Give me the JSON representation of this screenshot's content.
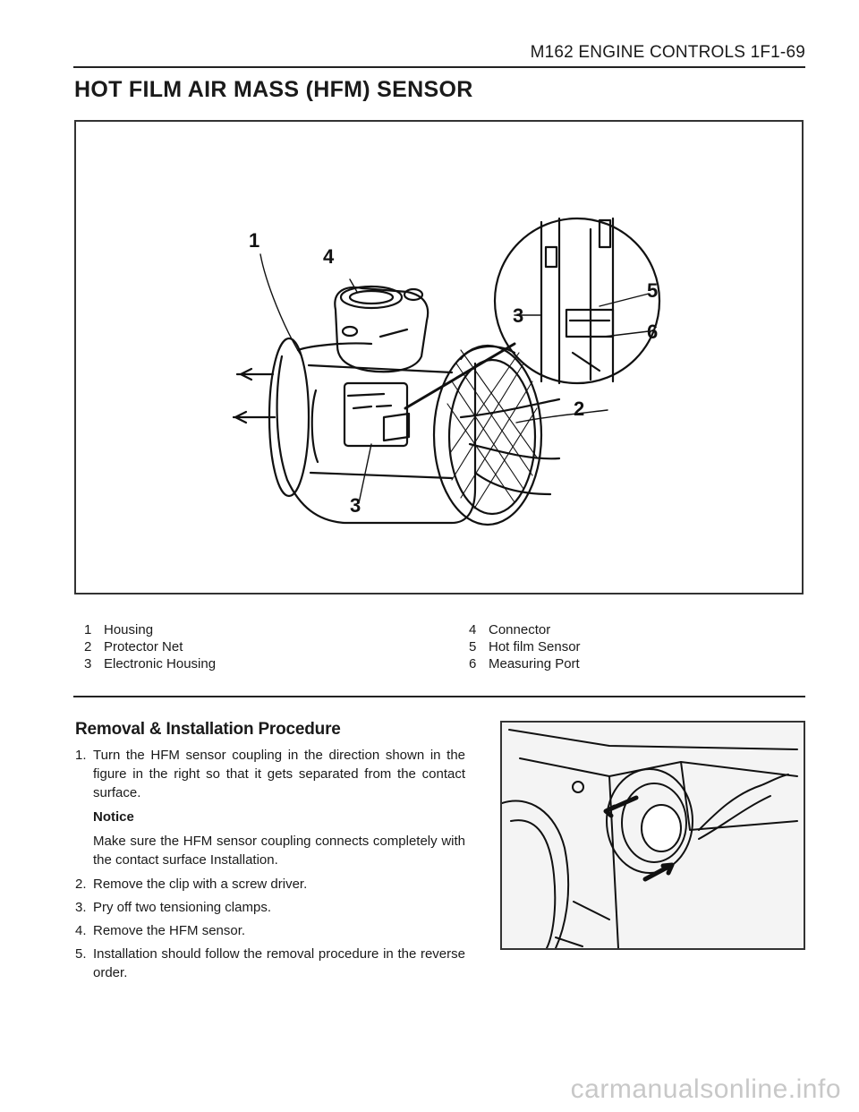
{
  "header": {
    "title": "M162 ENGINE CONTROLS  1F1-69"
  },
  "page_title": "HOT FILM AIR MASS (HFM) SENSOR",
  "figure": {
    "callouts": [
      "1",
      "2",
      "3",
      "4",
      "5",
      "6",
      "3"
    ]
  },
  "legend": {
    "left": [
      {
        "num": "1",
        "label": "Housing"
      },
      {
        "num": "2",
        "label": "Protector Net"
      },
      {
        "num": "3",
        "label": "Electronic Housing"
      }
    ],
    "right": [
      {
        "num": "4",
        "label": "Connector"
      },
      {
        "num": "5",
        "label": "Hot film Sensor"
      },
      {
        "num": "6",
        "label": "Measuring Port"
      }
    ]
  },
  "procedure": {
    "heading": "Removal & Installation Procedure",
    "step1_num": "1.",
    "step1": "Turn the HFM sensor coupling in the direction shown in the figure in the right so that it gets separated from the contact surface.",
    "notice_title": "Notice",
    "notice_body": "Make sure the HFM sensor coupling connects completely with the contact surface Installation.",
    "step2_num": "2.",
    "step2": "Remove the clip with a screw driver.",
    "step3_num": "3.",
    "step3": "Pry off two tensioning clamps.",
    "step4_num": "4.",
    "step4": "Remove the HFM sensor.",
    "step5_num": "5.",
    "step5": "Installation should follow the removal procedure in the reverse order."
  },
  "watermark": "carmanualsonline.info"
}
